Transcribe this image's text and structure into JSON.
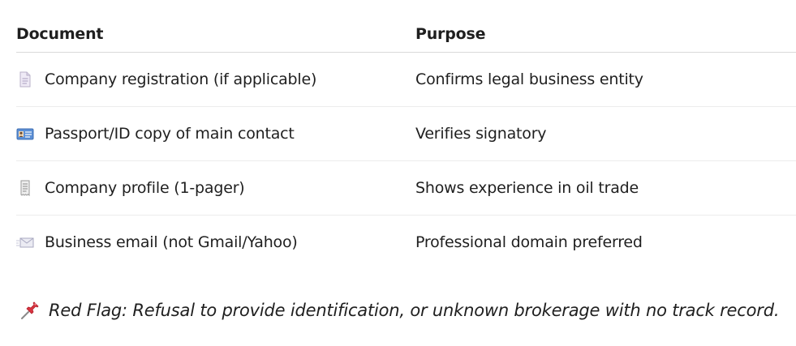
{
  "table": {
    "headers": {
      "document": "Document",
      "purpose": "Purpose"
    },
    "rows": [
      {
        "icon": "page-facing-up-icon",
        "document": "Company registration (if applicable)",
        "purpose": "Confirms legal business entity"
      },
      {
        "icon": "id-card-icon",
        "document": "Passport/ID copy of main contact",
        "purpose": "Verifies signatory"
      },
      {
        "icon": "receipt-icon",
        "document": "Company profile (1-pager)",
        "purpose": "Shows experience in oil trade"
      },
      {
        "icon": "envelope-icon",
        "document": "Business email (not Gmail/Yahoo)",
        "purpose": "Professional domain preferred"
      }
    ]
  },
  "note": {
    "icon": "pushpin-icon",
    "text": "Red Flag: Refusal to provide identification, or unknown brokerage with no track record."
  }
}
